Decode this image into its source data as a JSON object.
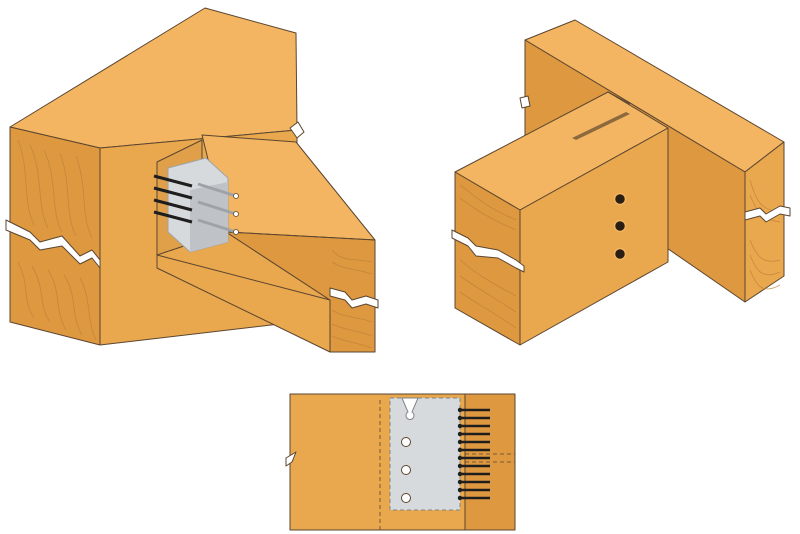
{
  "figure": {
    "views": [
      {
        "id": "view-1",
        "kind": "isometric-assembled-view"
      },
      {
        "id": "view-2",
        "kind": "isometric-concealed-view"
      },
      {
        "id": "view-3",
        "kind": "elevation-section-view"
      }
    ],
    "palette": {
      "wood_top": "#F3B562",
      "wood_front": "#E9A74E",
      "wood_side": "#DE9840",
      "wood_grain": "#B9803A",
      "outline": "#5B4630",
      "steel": "#D7DADD",
      "steel_dark": "#9EA3A8",
      "fastener": "#1E1E1E"
    },
    "icons": [
      "wood-grain-texture",
      "dowel-fastener",
      "steel-plate-connector"
    ]
  }
}
